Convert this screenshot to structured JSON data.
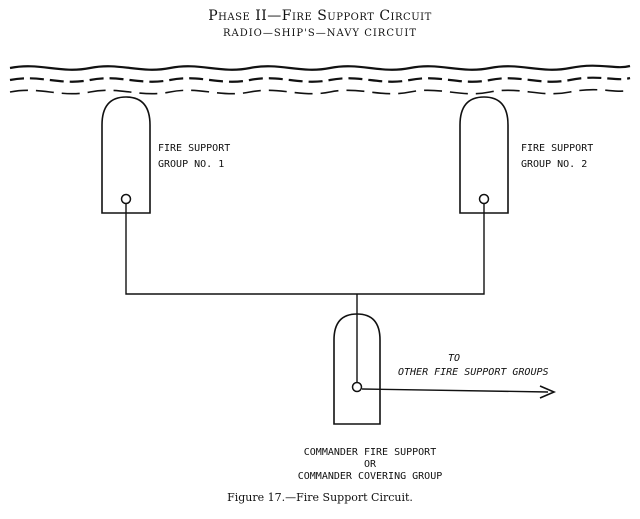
{
  "header": {
    "title": "Phase II—Fire Support Circuit",
    "subtitle": "RADIO—SHIP'S—NAVY CIRCUIT"
  },
  "nodes": {
    "group1": {
      "line1": "FIRE SUPPORT",
      "line2": "GROUP NO. 1"
    },
    "group2": {
      "line1": "FIRE SUPPORT",
      "line2": "GROUP NO. 2"
    },
    "commander": {
      "line1": "COMMANDER FIRE SUPPORT",
      "line2": "OR",
      "line3": "COMMANDER COVERING GROUP"
    }
  },
  "arrow_label": {
    "line1": "TO",
    "line2": "OTHER FIRE SUPPORT GROUPS"
  },
  "caption": "Figure 17.—Fire Support Circuit."
}
